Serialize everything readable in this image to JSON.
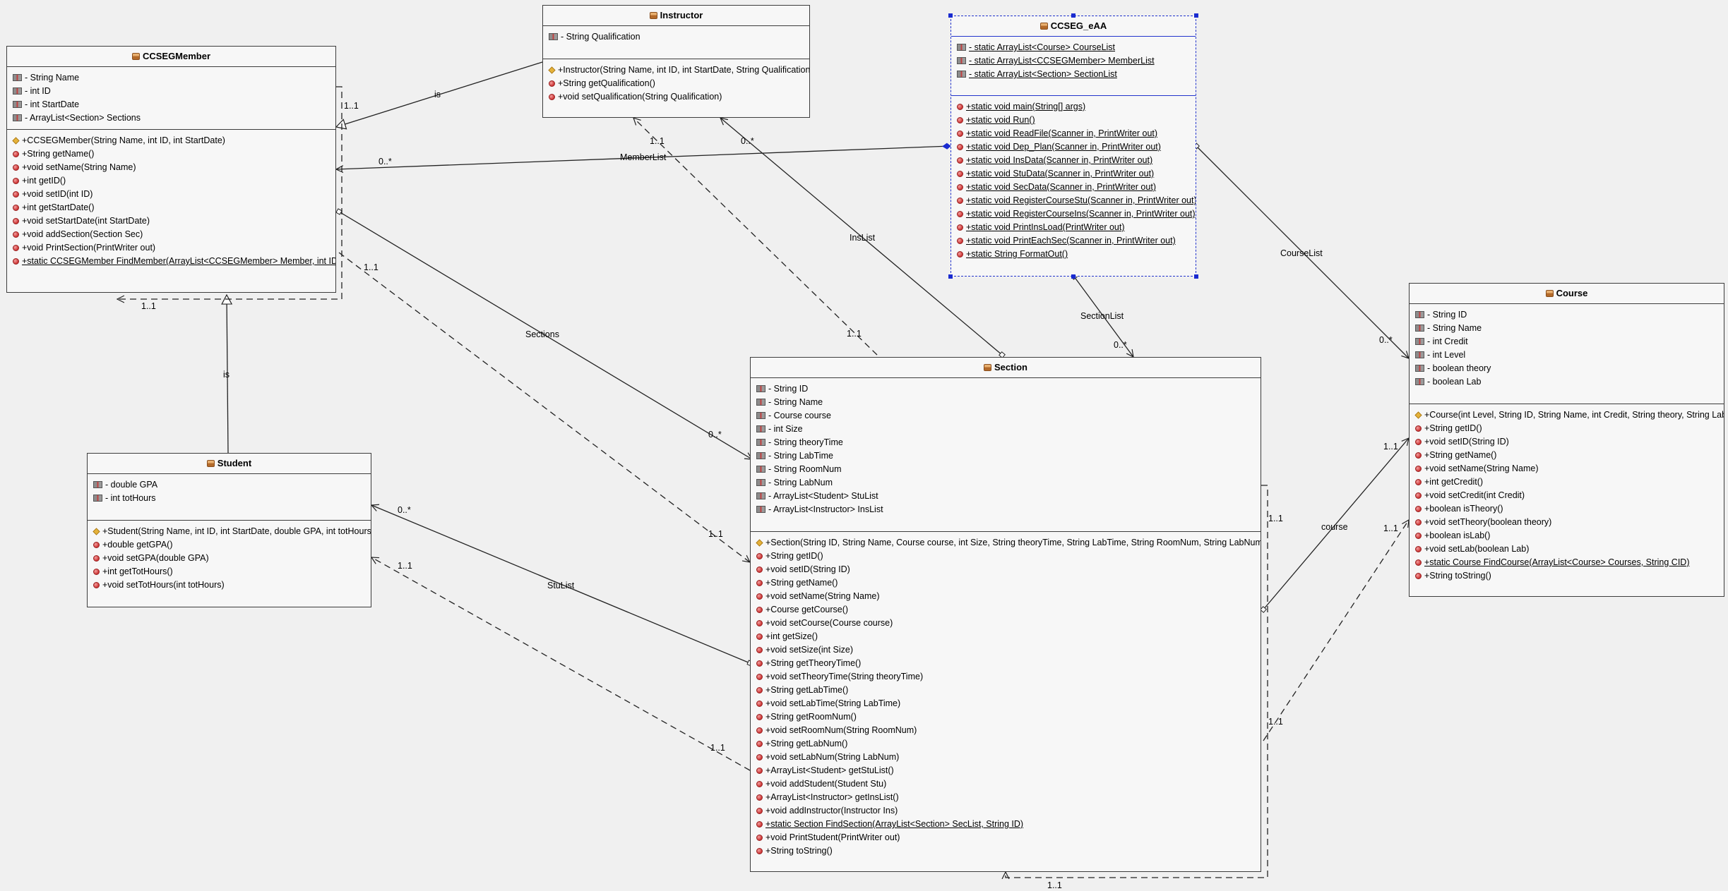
{
  "classes": {
    "ccsegmember": {
      "name": "CCSEGMember",
      "attributes": [
        "- String Name",
        "- int ID",
        "- int StartDate",
        "- ArrayList<Section> Sections"
      ],
      "methods": [
        {
          "kind": "ctor",
          "text": "+CCSEGMember(String Name, int ID, int StartDate)"
        },
        {
          "kind": "method",
          "text": "+String getName()"
        },
        {
          "kind": "method",
          "text": "+void setName(String Name)"
        },
        {
          "kind": "method",
          "text": "+int getID()"
        },
        {
          "kind": "method",
          "text": "+void setID(int ID)"
        },
        {
          "kind": "method",
          "text": "+int getStartDate()"
        },
        {
          "kind": "method",
          "text": "+void setStartDate(int StartDate)"
        },
        {
          "kind": "method",
          "text": "+void addSection(Section Sec)"
        },
        {
          "kind": "method",
          "text": "+void PrintSection(PrintWriter out)"
        },
        {
          "kind": "method",
          "text": "+static CCSEGMember FindMember(ArrayList<CCSEGMember> Member, int ID)",
          "underline": true
        }
      ]
    },
    "instructor": {
      "name": "Instructor",
      "attributes": [
        "- String Qualification"
      ],
      "methods": [
        {
          "kind": "ctor",
          "text": "+Instructor(String Name, int ID, int StartDate, String Qualification)"
        },
        {
          "kind": "method",
          "text": "+String getQualification()"
        },
        {
          "kind": "method",
          "text": "+void setQualification(String Qualification)"
        }
      ]
    },
    "ccseg_eaa": {
      "name": "CCSEG_eAA",
      "attributes": [
        {
          "text": "- static ArrayList<Course> CourseList",
          "underline": true
        },
        {
          "text": "- static ArrayList<CCSEGMember> MemberList",
          "underline": true
        },
        {
          "text": "- static ArrayList<Section> SectionList",
          "underline": true
        }
      ],
      "methods": [
        {
          "kind": "method",
          "text": "+static void main(String[] args)",
          "underline": true
        },
        {
          "kind": "method",
          "text": "+static void Run()",
          "underline": true
        },
        {
          "kind": "method",
          "text": "+static void ReadFile(Scanner in, PrintWriter out)",
          "underline": true
        },
        {
          "kind": "method",
          "text": "+static void Dep_Plan(Scanner in, PrintWriter out)",
          "underline": true
        },
        {
          "kind": "method",
          "text": "+static void InsData(Scanner in, PrintWriter out)",
          "underline": true
        },
        {
          "kind": "method",
          "text": "+static void StuData(Scanner in, PrintWriter out)",
          "underline": true
        },
        {
          "kind": "method",
          "text": "+static void SecData(Scanner in, PrintWriter out)",
          "underline": true
        },
        {
          "kind": "method",
          "text": "+static void RegisterCourseStu(Scanner in, PrintWriter out)",
          "underline": true
        },
        {
          "kind": "method",
          "text": "+static void RegisterCourseIns(Scanner in, PrintWriter out)",
          "underline": true
        },
        {
          "kind": "method",
          "text": "+static void PrintInsLoad(PrintWriter out)",
          "underline": true
        },
        {
          "kind": "method",
          "text": "+static void PrintEachSec(Scanner in, PrintWriter out)",
          "underline": true
        },
        {
          "kind": "method",
          "text": "+static String FormatOut()",
          "underline": true
        }
      ]
    },
    "course": {
      "name": "Course",
      "attributes": [
        "- String ID",
        "- String Name",
        "- int Credit",
        "- int Level",
        "- boolean theory",
        "- boolean Lab"
      ],
      "methods": [
        {
          "kind": "ctor",
          "text": "+Course(int Level, String ID, String Name, int Credit, String theory, String Lab)"
        },
        {
          "kind": "method",
          "text": "+String getID()"
        },
        {
          "kind": "method",
          "text": "+void setID(String ID)"
        },
        {
          "kind": "method",
          "text": "+String getName()"
        },
        {
          "kind": "method",
          "text": "+void setName(String Name)"
        },
        {
          "kind": "method",
          "text": "+int getCredit()"
        },
        {
          "kind": "method",
          "text": "+void setCredit(int Credit)"
        },
        {
          "kind": "method",
          "text": "+boolean isTheory()"
        },
        {
          "kind": "method",
          "text": "+void setTheory(boolean theory)"
        },
        {
          "kind": "method",
          "text": "+boolean isLab()"
        },
        {
          "kind": "method",
          "text": "+void setLab(boolean Lab)"
        },
        {
          "kind": "method",
          "text": "+static Course FindCourse(ArrayList<Course> Courses, String CID)",
          "underline": true
        },
        {
          "kind": "method",
          "text": "+String toString()"
        }
      ]
    },
    "section": {
      "name": "Section",
      "attributes": [
        "- String ID",
        "- String Name",
        "- Course course",
        "- int Size",
        "- String theoryTime",
        "- String LabTime",
        "- String RoomNum",
        "- String LabNum",
        "- ArrayList<Student> StuList",
        "- ArrayList<Instructor> InsList"
      ],
      "methods": [
        {
          "kind": "ctor",
          "text": "+Section(String ID, String Name, Course course, int Size, String theoryTime, String LabTime, String RoomNum, String LabNum)"
        },
        {
          "kind": "method",
          "text": "+String getID()"
        },
        {
          "kind": "method",
          "text": "+void setID(String ID)"
        },
        {
          "kind": "method",
          "text": "+String getName()"
        },
        {
          "kind": "method",
          "text": "+void setName(String Name)"
        },
        {
          "kind": "method",
          "text": "+Course getCourse()"
        },
        {
          "kind": "method",
          "text": "+void setCourse(Course course)"
        },
        {
          "kind": "method",
          "text": "+int getSize()"
        },
        {
          "kind": "method",
          "text": "+void setSize(int Size)"
        },
        {
          "kind": "method",
          "text": "+String getTheoryTime()"
        },
        {
          "kind": "method",
          "text": "+void setTheoryTime(String theoryTime)"
        },
        {
          "kind": "method",
          "text": "+String getLabTime()"
        },
        {
          "kind": "method",
          "text": "+void setLabTime(String LabTime)"
        },
        {
          "kind": "method",
          "text": "+String getRoomNum()"
        },
        {
          "kind": "method",
          "text": "+void setRoomNum(String RoomNum)"
        },
        {
          "kind": "method",
          "text": "+String getLabNum()"
        },
        {
          "kind": "method",
          "text": "+void setLabNum(String LabNum)"
        },
        {
          "kind": "method",
          "text": "+ArrayList<Student> getStuList()"
        },
        {
          "kind": "method",
          "text": "+void addStudent(Student Stu)"
        },
        {
          "kind": "method",
          "text": "+ArrayList<Instructor> getInsList()"
        },
        {
          "kind": "method",
          "text": "+void addInstructor(Instructor Ins)"
        },
        {
          "kind": "method",
          "text": "+static Section FindSection(ArrayList<Section> SecList, String ID)",
          "underline": true
        },
        {
          "kind": "method",
          "text": "+void PrintStudent(PrintWriter out)"
        },
        {
          "kind": "method",
          "text": "+String toString()"
        }
      ]
    },
    "student": {
      "name": "Student",
      "attributes": [
        "- double GPA",
        "- int totHours"
      ],
      "methods": [
        {
          "kind": "ctor",
          "text": "+Student(String Name, int ID, int StartDate, double GPA, int totHours)"
        },
        {
          "kind": "method",
          "text": "+double getGPA()"
        },
        {
          "kind": "method",
          "text": "+void setGPA(double GPA)"
        },
        {
          "kind": "method",
          "text": "+int getTotHours()"
        },
        {
          "kind": "method",
          "text": "+void setTotHours(int totHours)"
        }
      ]
    }
  },
  "labels": {
    "is_instructor": "is",
    "mult_ccseg_inst": "1..1",
    "mult_memberlist": "0..*",
    "memberlist": "MemberList",
    "mult_inst_sec_top": "1..1",
    "mult_inslist_top": "0..*",
    "inslist": "InsList",
    "mult_inslist_bottom": "1..1",
    "mult_sections_top": "1..1",
    "sections": "Sections",
    "mult_sections_bottom": "0..*",
    "mult_ccseg_dash": "1..1",
    "mult_section_dash": "1..1",
    "mult_ccseg_self": "1..1",
    "is_student": "is",
    "sectionlist": "SectionList",
    "mult_sectionlist": "0..*",
    "courselist": "CourseList",
    "mult_courselist": "0..*",
    "mult_stulist_top": "0..*",
    "stulist": "StuList",
    "mult_stu_dash": "1..1",
    "mult_section_stu": "1..1",
    "course": "course",
    "mult_course_top": "1..1",
    "mult_course_dash": "1..1",
    "mult_section_right": "1..1",
    "mult_section_course_dash": "1..1",
    "mult_section_bottom": "1..1"
  }
}
